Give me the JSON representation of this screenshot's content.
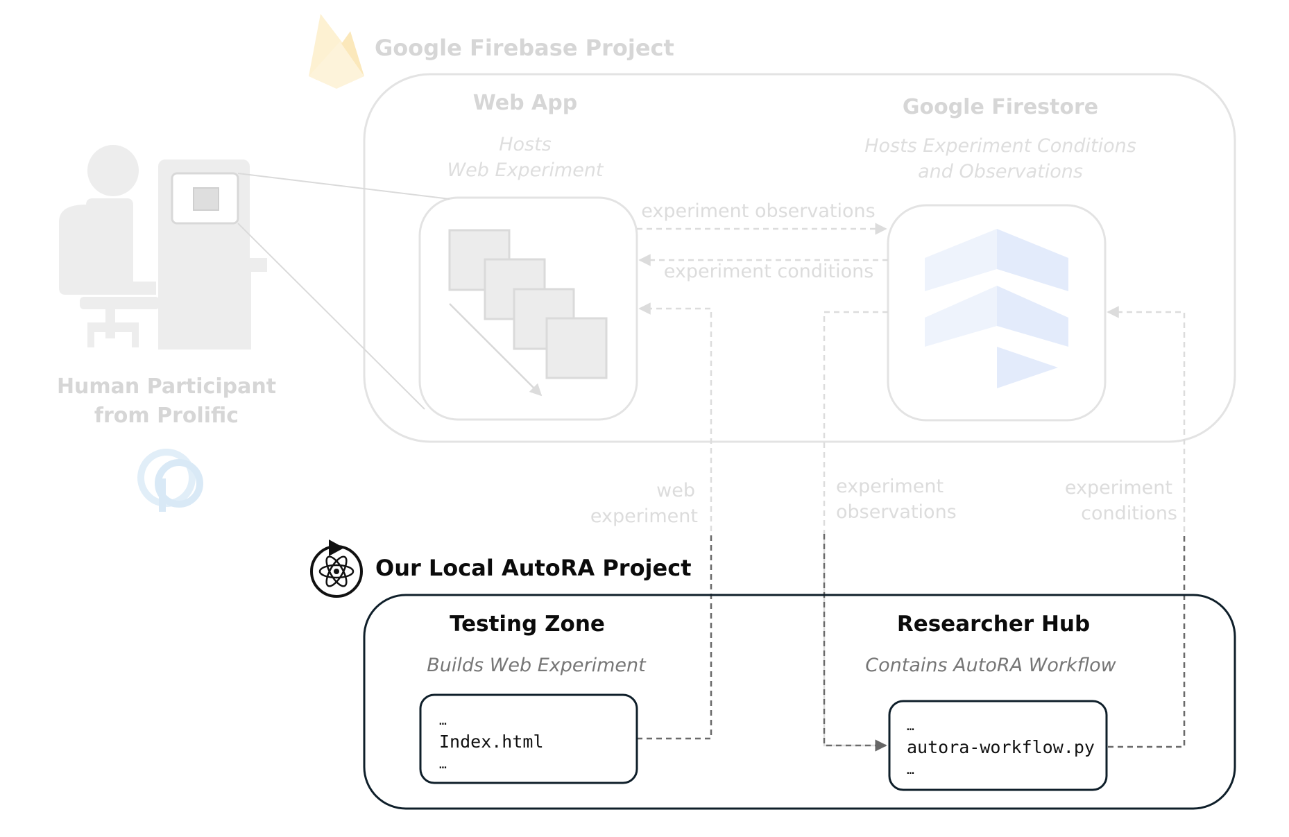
{
  "firebase": {
    "project_title": "Google Firebase Project",
    "web_app": {
      "title": "Web App",
      "subtitle_line1": "Hosts",
      "subtitle_line2": "Web Experiment"
    },
    "firestore": {
      "title": "Google Firestore",
      "subtitle_line1": "Hosts Experiment Conditions",
      "subtitle_line2": "and Observations"
    }
  },
  "participant": {
    "label_line1": "Human Participant",
    "label_line2": "from Prolific"
  },
  "flows": {
    "observations_top": "experiment observations",
    "conditions_top": "experiment conditions",
    "web_experiment_line1": "web",
    "web_experiment_line2": "experiment",
    "observations_down_line1": "experiment",
    "observations_down_line2": "observations",
    "conditions_up_line1": "experiment",
    "conditions_up_line2": "conditions"
  },
  "local": {
    "project_title": "Our Local AutoRA Project",
    "testing_zone": {
      "title": "Testing Zone",
      "subtitle": "Builds Web Experiment",
      "file_ellipsis_top": "…",
      "file_name": "Index.html",
      "file_ellipsis_bottom": "…"
    },
    "researcher_hub": {
      "title": "Researcher Hub",
      "subtitle": "Contains AutoRA Workflow",
      "file_ellipsis_top": "…",
      "file_name": "autora-workflow.py",
      "file_ellipsis_bottom": "…"
    }
  },
  "colors": {
    "faded": "#dddddd",
    "dark": "#0f1f2a",
    "firebase_flame": "#fdf3d8",
    "firestore_blue": "#e6eefb",
    "prolific_blue": "#dcebf7"
  }
}
